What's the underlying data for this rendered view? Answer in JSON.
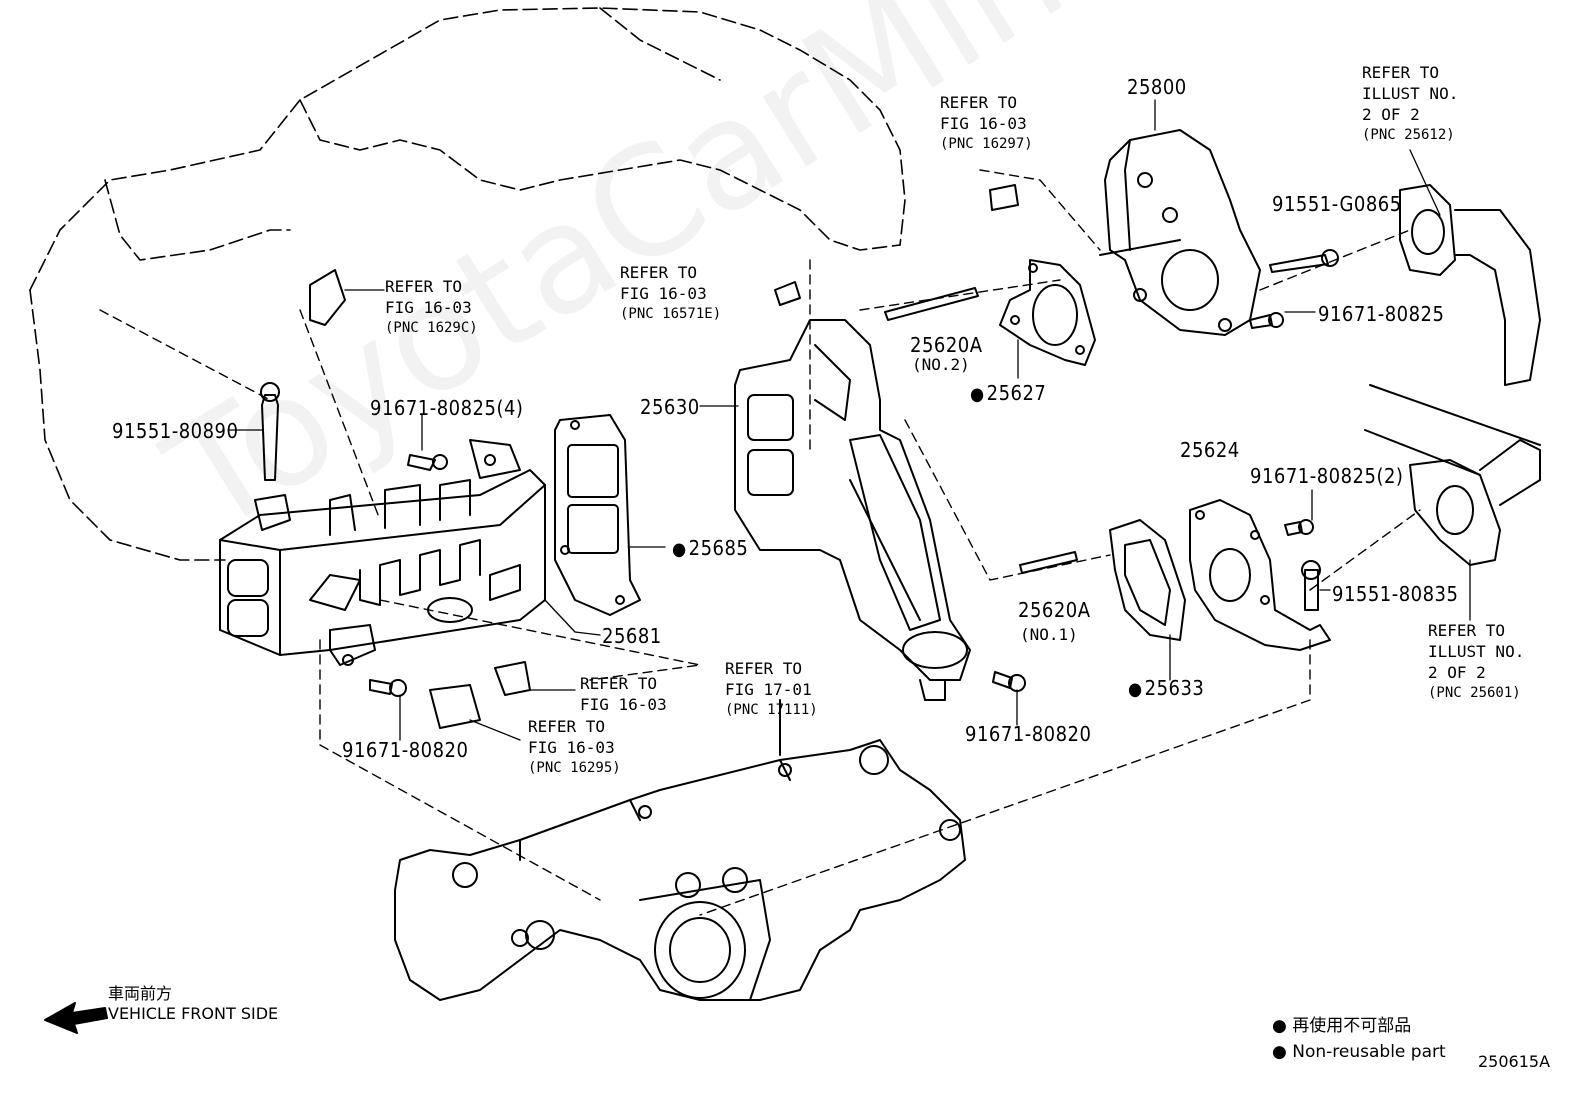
{
  "watermark": "ToyotaCarMine.ru",
  "diagram_code": "250615A",
  "front_label_jp": "車両前方",
  "front_label_en": "VEHICLE FRONT SIDE",
  "legend": {
    "jp": "再使用不可部品",
    "en": "Non-reusable part"
  },
  "parts": {
    "p25800": "25800",
    "p91551_G0865": "91551-G0865",
    "p91671_80825_a": "91671-80825",
    "p25620A_no2": "25620A",
    "p25620A_no2_sub": "(NO.2)",
    "p25627": "25627",
    "p25630": "25630",
    "p91671_80825_4": "91671-80825(4)",
    "p91551_80890": "91551-80890",
    "p25685": "25685",
    "p25681": "25681",
    "p25624": "25624",
    "p91671_80825_2": "91671-80825(2)",
    "p91551_80835": "91551-80835",
    "p25620A_no1": "25620A",
    "p25620A_no1_sub": "(NO.1)",
    "p25633": "25633",
    "p91671_80820_a": "91671-80820",
    "p91671_80820_b": "91671-80820"
  },
  "refs": {
    "r1": {
      "l1": "REFER TO",
      "l2": "FIG 16-03",
      "l3": "(PNC 16297)"
    },
    "r2": {
      "l1": "REFER TO",
      "l2": "ILLUST NO.",
      "l3": "2 OF 2",
      "l4": "(PNC 25612)"
    },
    "r3": {
      "l1": "REFER TO",
      "l2": "FIG 16-03",
      "l3": "(PNC 1629C)"
    },
    "r4": {
      "l1": "REFER TO",
      "l2": "FIG 16-03",
      "l3": "(PNC 16571E)"
    },
    "r5": {
      "l1": "REFER TO",
      "l2": "ILLUST NO.",
      "l3": "2 OF 2",
      "l4": "(PNC 25601)"
    },
    "r6": {
      "l1": "REFER TO",
      "l2": "FIG 16-03"
    },
    "r7": {
      "l1": "REFER TO",
      "l2": "FIG 16-03",
      "l3": "(PNC 16295)"
    },
    "r8": {
      "l1": "REFER TO",
      "l2": "FIG 17-01",
      "l3": "(PNC 17111)"
    }
  }
}
